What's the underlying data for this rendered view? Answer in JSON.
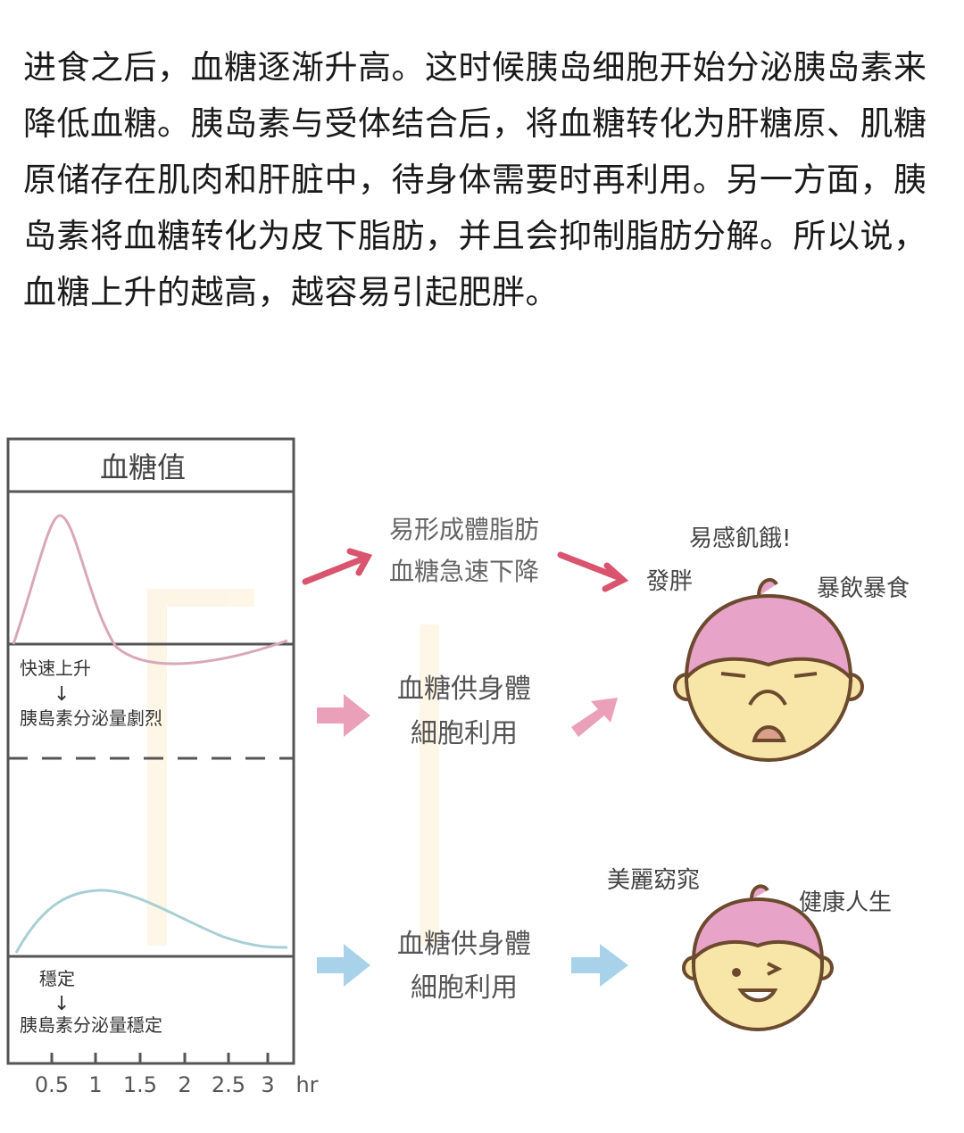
{
  "paragraph": "进食之后，血糖逐渐升高。这时候胰岛细胞开始分泌胰岛素来降低血糖。胰岛素与受体结合后，将血糖转化为肝糖原、肌糖原储存在肌肉和肝脏中，待身体需要时再利用。另一方面，胰岛素将血糖转化为皮下脂肪，并且会抑制脂肪分解。所以说，血糖上升的越高，越容易引起肥胖。",
  "chart": {
    "title": "血糖值",
    "top_label_1": "快速上升",
    "top_arrow": "↓",
    "top_label_2": "胰島素分泌量劇烈",
    "bottom_label_1": "穩定",
    "bottom_arrow": "↓",
    "bottom_label_2": "胰島素分泌量穩定",
    "x_ticks": [
      "0.5",
      "1",
      "1.5",
      "2",
      "2.5",
      "3"
    ],
    "x_unit": "hr",
    "colors": {
      "spike": "#d9a8b8",
      "stable": "#a8d0d4",
      "red_arrow": "#d9546e",
      "pink_arrow": "#eaa0b8",
      "blue_arrow": "#a8d2ea"
    }
  },
  "flow": {
    "top_line1": "易形成體脂肪",
    "top_line2": "血糖急速下降",
    "mid_line1": "血糖供身體",
    "mid_line2": "細胞利用",
    "bot_line1": "血糖供身體",
    "bot_line2": "細胞利用"
  },
  "characters": {
    "sad_caption_1": "易感飢餓!",
    "sad_caption_2": "發胖",
    "sad_caption_3": "暴飲暴食",
    "happy_caption_1": "美麗窈窕",
    "happy_caption_2": "健康人生"
  }
}
